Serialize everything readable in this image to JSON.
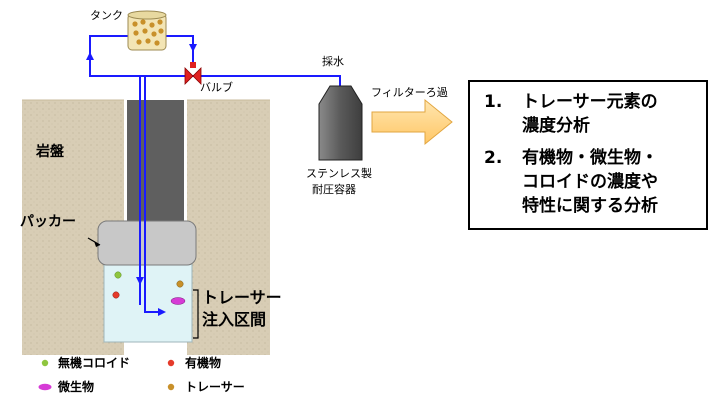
{
  "labels": {
    "tank": "タンク",
    "valve": "バルブ",
    "sampling": "採水",
    "filter": "フィルターろ過",
    "bedrock": "岩盤",
    "packer": "パッカー",
    "vessel_line1": "ステンレス製",
    "vessel_line2": "耐圧容器",
    "tracer_zone_line1": "トレーサー",
    "tracer_zone_line2": "注入区間"
  },
  "analysis": {
    "items": [
      {
        "num": "1.",
        "lines": [
          "トレーサー元素の",
          "濃度分析"
        ]
      },
      {
        "num": "2.",
        "lines": [
          "有機物・微生物・",
          "コロイドの濃度や",
          "特性に関する分析"
        ]
      }
    ]
  },
  "legend": [
    {
      "label": "無機コロイド",
      "color": "#8fc63f",
      "shape": "dot"
    },
    {
      "label": "有機物",
      "color": "#e53a2a",
      "shape": "dot"
    },
    {
      "label": "微生物",
      "color": "#d63bd6",
      "shape": "ellipse"
    },
    {
      "label": "トレーサー",
      "color": "#c8902a",
      "shape": "dot"
    }
  ],
  "colors": {
    "rock": "#d8cdb5",
    "pipe": "#1a1aff",
    "borehole": "#5f5f5f",
    "packer": "#c8c8c8",
    "zone": "#dff3f6",
    "arrow": "#ffd27f"
  }
}
